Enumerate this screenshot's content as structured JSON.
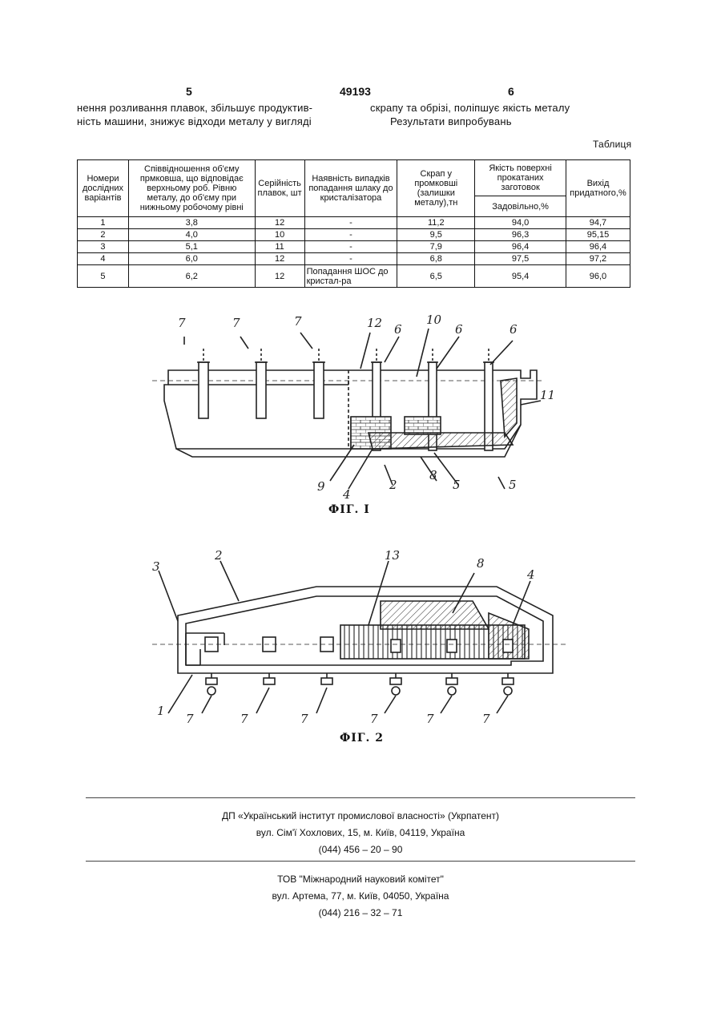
{
  "header": {
    "page_left": "5",
    "patent_number": "49193",
    "page_right": "6"
  },
  "text": {
    "left_col": [
      "нення розливання плавок, збільшує продуктив-",
      "ність машини, знижує відходи металу у вигляді"
    ],
    "right_col": [
      "скрапу та обрізі, поліпшує якість металу",
      "Результати випробувань"
    ],
    "table_label": "Таблиця"
  },
  "table": {
    "headers": {
      "col1": "Номери дослідних варіантів",
      "col2": "Співвідношення об'єму прмковша, що відповідає верхньому роб. Рівню металу, до об'єму при нижньому робочому рівні",
      "col3": "Серійність плавок, шт",
      "col4": "Наявність випадків попадання шлаку до кристалізатора",
      "col5": "Скрап у промковші (залишки металу),тн",
      "col6": "Якість поверхні прокатаних заготовок",
      "col6_sub": "Задовільно,%",
      "col7": "Вихід придатного,%"
    },
    "rows": [
      [
        "1",
        "3,8",
        "12",
        "-",
        "11,2",
        "94,0",
        "94,7"
      ],
      [
        "2",
        "4,0",
        "10",
        "-",
        "9,5",
        "96,3",
        "95,15"
      ],
      [
        "3",
        "5,1",
        "11",
        "-",
        "7,9",
        "96,4",
        "96,4"
      ],
      [
        "4",
        "6,0",
        "12",
        "-",
        "6,8",
        "97,5",
        "97,2"
      ],
      [
        "5",
        "6,2",
        "12",
        "Попадання ШОС до кристал-ра",
        "6,5",
        "95,4",
        "96,0"
      ]
    ]
  },
  "figures": {
    "fig1": {
      "caption": "ФІГ. І",
      "labels": [
        "7",
        "7",
        "7",
        "12",
        "6",
        "10",
        "6",
        "6",
        "11",
        "9",
        "4",
        "2",
        "8",
        "5",
        "5"
      ]
    },
    "fig2": {
      "caption": "ФІГ. 2",
      "labels": [
        "2",
        "3",
        "13",
        "8",
        "4",
        "1",
        "7",
        "7",
        "7",
        "7",
        "7",
        "7"
      ]
    }
  },
  "footer": {
    "org1": "ДП «Український інститут промислової власності» (Укрпатент)",
    "addr1": "вул. Сім'ї Хохлових, 15, м. Київ, 04119, Україна",
    "phone1": "(044) 456 – 20 – 90",
    "org2": "ТОВ \"Міжнародний науковий комітет\"",
    "addr2": "вул. Артема, 77, м. Київ, 04050, Україна",
    "phone2": "(044) 216 – 32 – 71"
  }
}
